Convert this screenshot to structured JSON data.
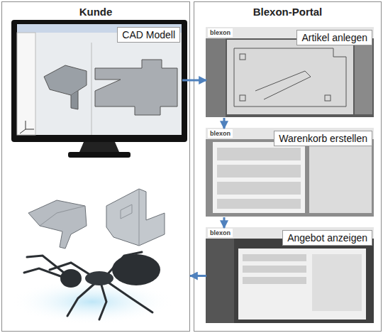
{
  "diagram": {
    "nodes": [
      {
        "text": [
          "Kunde"
        ]
      },
      {
        "text": [
          "CAD Modell"
        ],
        "in": 0
      },
      {
        "text": [
          "Blexon-Portal"
        ]
      },
      {
        "text": [
          "Artikel anlegen"
        ],
        "in": 2
      },
      {
        "text": [
          "Warenkorb erstellen"
        ],
        "in": 2
      },
      {
        "text": [
          "Angebot anzeigen"
        ],
        "in": 2
      }
    ],
    "edges": [
      {
        "from": 1,
        "to": 3,
        "arrow": "to"
      },
      {
        "from": 3,
        "to": 4,
        "arrow": "to"
      },
      {
        "from": 4,
        "to": 5,
        "arrow": "to"
      },
      {
        "from": 5,
        "to": 0,
        "arrow": "to"
      }
    ],
    "labels": [
      "blexon",
      "blexon",
      "blexon"
    ]
  }
}
